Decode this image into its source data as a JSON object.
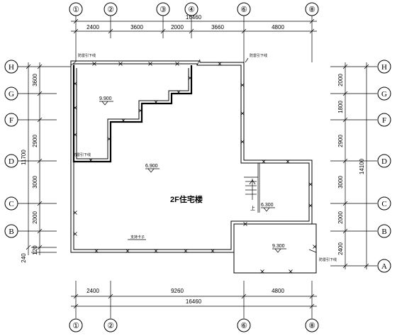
{
  "grid": {
    "top_bubbles": [
      "①",
      "②",
      "③",
      "④",
      "⑥",
      "⑧"
    ],
    "bottom_bubbles": [
      "①",
      "②",
      "⑥",
      "⑧"
    ],
    "left_bubbles": [
      "H",
      "G",
      "F",
      "D",
      "C",
      "B"
    ],
    "right_bubbles": [
      "H",
      "G",
      "F",
      "D",
      "C",
      "B",
      "A"
    ]
  },
  "dimensions": {
    "top_total": "16460",
    "top_segments": [
      "2400",
      "3600",
      "2000",
      "3660",
      "4800"
    ],
    "bottom_total": "16460",
    "bottom_segments": [
      "2400",
      "9260",
      "4800"
    ],
    "left_total": "11700",
    "left_segments": [
      "3600",
      "2900",
      "3000",
      "2000"
    ],
    "left_extra": [
      "240",
      "120"
    ],
    "right_total": "14100",
    "right_segments": [
      "2000",
      "1800",
      "2900",
      "3000",
      "2000",
      "2400"
    ]
  },
  "annotations": {
    "lightning_note_1": "防雷引下线",
    "lightning_note_2": "防雷引下线",
    "lightning_note_3": "防雷引下线",
    "lightning_note_4": "防雷引下线",
    "support_note": "支持卡子"
  },
  "elevations": {
    "e1": "9.900",
    "e2": "6.900",
    "e3": "6.300",
    "e4": "9.300"
  },
  "labels": {
    "building_title": "2F住宅楼",
    "stair_up": "上"
  }
}
